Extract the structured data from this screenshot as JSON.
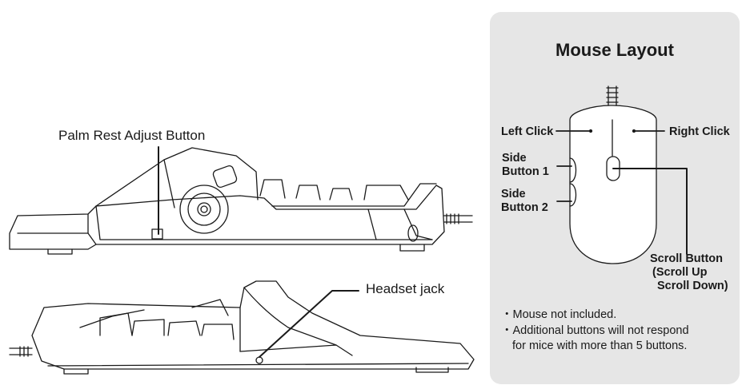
{
  "callouts": {
    "palm_rest": "Palm Rest Adjust Button",
    "headset_jack": "Headset jack"
  },
  "panel": {
    "title": "Mouse Layout",
    "labels": {
      "left_click": "Left Click",
      "right_click": "Right Click",
      "side_button_1_line1": "Side",
      "side_button_1_line2": "Button 1",
      "side_button_2_line1": "Side",
      "side_button_2_line2": "Button 2",
      "scroll_line1": "Scroll Button",
      "scroll_line2": "(Scroll Up",
      "scroll_line3": "Scroll Down)"
    },
    "notes": [
      "・Mouse not included.",
      "・Additional buttons will not respond",
      "for mice with more than 5 buttons."
    ]
  }
}
